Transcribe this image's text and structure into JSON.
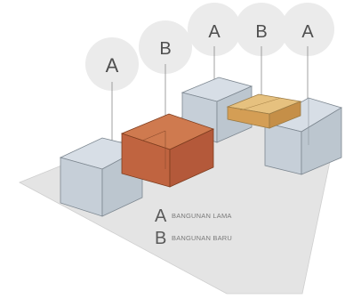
{
  "tags": [
    {
      "letter": "A"
    },
    {
      "letter": "B"
    },
    {
      "letter": "A"
    },
    {
      "letter": "B"
    },
    {
      "letter": "A"
    }
  ],
  "legend": [
    {
      "key": "A",
      "text": "BANGUNAN LAMA"
    },
    {
      "key": "B",
      "text": "BANGUNAN BARU"
    }
  ],
  "colors": {
    "ground": "#e6e6e6",
    "old_building": "#cfd7df",
    "new_building": "#c46a42",
    "new_bridge": "#d9ae62",
    "tag_circle": "#ececec"
  }
}
